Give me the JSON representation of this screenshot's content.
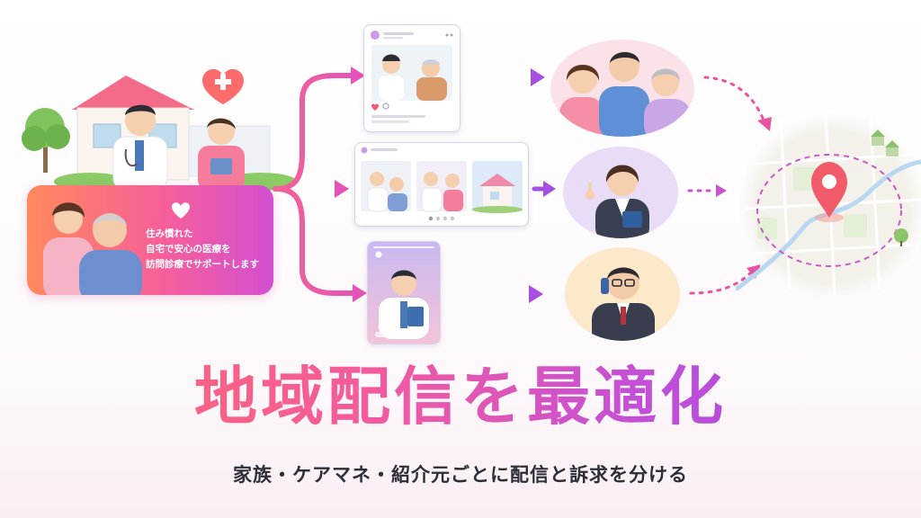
{
  "banner": {
    "lines": [
      "住み慣れた",
      "自宅で安心の医療を",
      "訪問診療でサポートします"
    ]
  },
  "title": "地域配信を最適化",
  "subtitle": "家族・ケアマネ・紹介元ごとに配信と訴求を分ける",
  "colors": {
    "arrow_pink": "#f2569a",
    "arrow_purple": "#a74fe0",
    "title_start": "#ff6a6a",
    "title_end": "#9b48e0",
    "map_pin": "#f25c6a"
  },
  "icons": [
    "heart-cross-icon",
    "heart-icon",
    "map-pin-icon",
    "carousel-dots-icon"
  ]
}
